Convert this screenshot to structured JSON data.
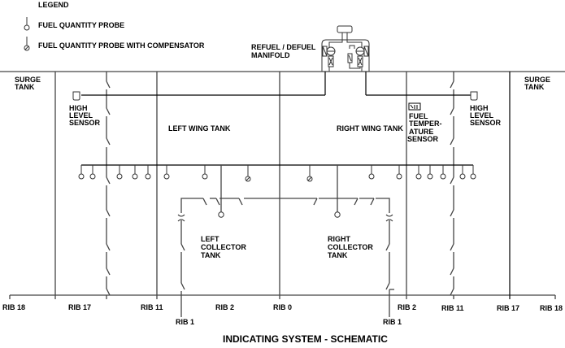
{
  "legend": {
    "title": "LEGEND",
    "items": [
      {
        "symbol": "fuel-quantity-probe",
        "label": "FUEL QUANTITY PROBE"
      },
      {
        "symbol": "fuel-quantity-probe-with-compensator",
        "label": "FUEL QUANTITY PROBE WITH COMPENSATOR"
      }
    ]
  },
  "manifold": {
    "line1": "REFUEL / DEFUEL",
    "line2": "MANIFOLD"
  },
  "tanks": {
    "left_surge": [
      "SURGE",
      "TANK"
    ],
    "right_surge": [
      "SURGE",
      "TANK"
    ],
    "left_wing": "LEFT WING TANK",
    "right_wing": "RIGHT WING TANK",
    "left_collector": [
      "LEFT",
      "COLLECTOR",
      "TANK"
    ],
    "right_collector": [
      "RIGHT",
      "COLLECTOR",
      "TANK"
    ]
  },
  "sensors": {
    "left_high_level": [
      "HIGH",
      "LEVEL",
      "SENSOR"
    ],
    "right_high_level": [
      "HIGH",
      "LEVEL",
      "SENSOR"
    ],
    "fuel_temperature": [
      "FUEL",
      "TEMPER-",
      "ATURE",
      "SENSOR"
    ]
  },
  "ribs": {
    "top_row": [
      "RIB 18",
      "RIB 17",
      "RIB 11",
      "RIB 2",
      "RIB 0",
      "RIB 2",
      "RIB 11",
      "RIB 17",
      "RIB 18"
    ],
    "bottom_row": [
      "RIB 1",
      "RIB 1"
    ]
  },
  "probes": {
    "standard_count": 19,
    "compensator_count": 2
  },
  "title": "INDICATING SYSTEM - SCHEMATIC"
}
